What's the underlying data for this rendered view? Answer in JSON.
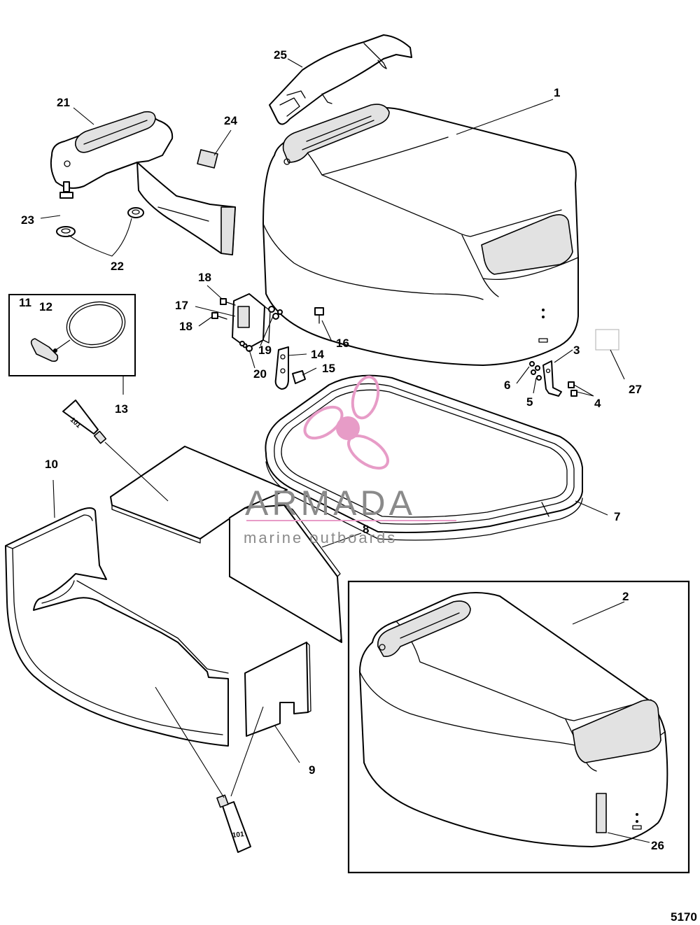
{
  "callouts": [
    {
      "id": "c1",
      "text": "1"
    },
    {
      "id": "c2",
      "text": "2"
    },
    {
      "id": "c3",
      "text": "3"
    },
    {
      "id": "c4",
      "text": "4"
    },
    {
      "id": "c5",
      "text": "5"
    },
    {
      "id": "c6",
      "text": "6"
    },
    {
      "id": "c7",
      "text": "7"
    },
    {
      "id": "c8",
      "text": "8"
    },
    {
      "id": "c9",
      "text": "9"
    },
    {
      "id": "c10",
      "text": "10"
    },
    {
      "id": "c11",
      "text": "11"
    },
    {
      "id": "c12",
      "text": "12"
    },
    {
      "id": "c13",
      "text": "13"
    },
    {
      "id": "c14",
      "text": "14"
    },
    {
      "id": "c15",
      "text": "15"
    },
    {
      "id": "c16",
      "text": "16"
    },
    {
      "id": "c17",
      "text": "17"
    },
    {
      "id": "c18a",
      "text": "18"
    },
    {
      "id": "c18b",
      "text": "18"
    },
    {
      "id": "c19",
      "text": "19"
    },
    {
      "id": "c20",
      "text": "20"
    },
    {
      "id": "c21",
      "text": "21"
    },
    {
      "id": "c22",
      "text": "22"
    },
    {
      "id": "c23",
      "text": "23"
    },
    {
      "id": "c24",
      "text": "24"
    },
    {
      "id": "c25",
      "text": "25"
    },
    {
      "id": "c26",
      "text": "26"
    },
    {
      "id": "c27",
      "text": "27"
    }
  ],
  "sealant_tubes": [
    {
      "id": "tube-top",
      "label": "101"
    },
    {
      "id": "tube-bottom",
      "label": "101"
    }
  ],
  "watermark": {
    "brand": "ARMADA",
    "tagline": "marine outboards",
    "brand_color": "#e79cc7"
  },
  "figure_number": "5170"
}
